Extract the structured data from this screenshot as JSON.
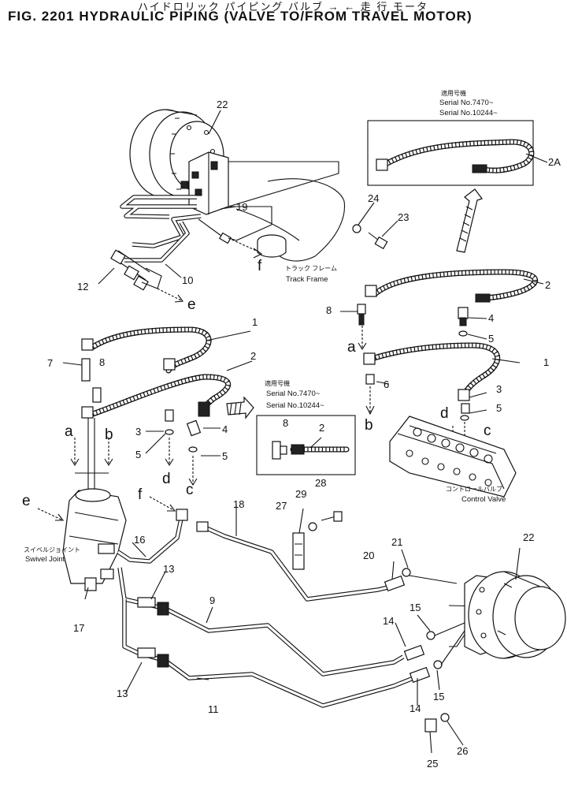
{
  "title": {
    "japanese": "ハイドロリック パイピング バルブ → ← 走 行 モータ",
    "figure": "FIG. 2201  HYDRAULIC PIPING (VALVE TO/FROM TRAVEL MOTOR)"
  },
  "serial_box": {
    "jp": "適用号機",
    "line1": "Serial No.7470~",
    "line2": "Serial No.10244~"
  },
  "serial_box_2": {
    "jp": "適用号機",
    "line1": "Serial No.7470~",
    "line2": "Serial No.10244~"
  },
  "components": {
    "track_frame_jp": "トラック フレーム",
    "track_frame": "Track Frame",
    "control_valve_jp": "コントロールバルブ",
    "control_valve": "Control Valve",
    "swivel_joint_jp": "スイベルジョイント",
    "swivel_joint": "Swivel Joint"
  },
  "letters": {
    "a": "a",
    "b": "b",
    "c": "c",
    "d": "d",
    "e": "e",
    "f": "f"
  },
  "part_numbers": {
    "p1": "1",
    "p2": "2",
    "p2a": "2A",
    "p3": "3",
    "p4": "4",
    "p5": "5",
    "p6": "6",
    "p7": "7",
    "p8": "8",
    "p9": "9",
    "p10": "10",
    "p11": "11",
    "p12": "12",
    "p13": "13",
    "p14": "14",
    "p15": "15",
    "p16": "16",
    "p17": "17",
    "p18": "18",
    "p19": "19",
    "p20": "20",
    "p21": "21",
    "p22": "22",
    "p23": "23",
    "p24": "24",
    "p25": "25",
    "p26": "26",
    "p27": "27",
    "p28": "28",
    "p29": "29"
  }
}
